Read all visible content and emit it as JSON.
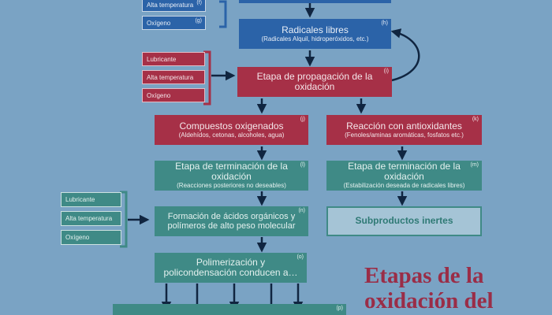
{
  "diagram": {
    "title_lines": [
      "Etapas de la",
      "oxidación del"
    ],
    "colors": {
      "background": "#7aa3c4",
      "blue": "#2b63a8",
      "red": "#a63047",
      "teal": "#3f8a86",
      "arrow": "#102540",
      "title": "#9a2d47"
    },
    "factors": {
      "alta_temperatura": "Alta temperatura",
      "oxigeno": "Oxígeno",
      "lubricante": "Lubricante"
    },
    "steps": {
      "radicales": {
        "title": "Radicales libres",
        "subtitle": "(Radicales Alquil, hidroperóxidos, etc.)",
        "tag": "(h)"
      },
      "propagacion": {
        "title": "Etapa de propagación de la oxidación",
        "tag": "(i)"
      },
      "compuestos": {
        "title": "Compuestos oxigenados",
        "subtitle": "(Aldehídos, cetonas, alcoholes, agua)",
        "tag": "(j)"
      },
      "reaccion": {
        "title": "Reacción con antioxidantes",
        "subtitle": "(Fenoles/aminas aromáticas, fosfatos etc.)",
        "tag": "(k)"
      },
      "terminacion_l": {
        "title": "Etapa de terminación de la oxidación",
        "subtitle": "(Reacciones posteriores no deseables)",
        "tag": "(l)"
      },
      "terminacion_m": {
        "title": "Etapa de terminación de la oxidación",
        "subtitle": "(Estabilización deseada de radicales libres)",
        "tag": "(m)"
      },
      "acidos": {
        "title": "Formación de ácidos orgánicos y polímeros de alto peso molecular",
        "tag": "(n)"
      },
      "subproductos": {
        "title": "Subproductos inertes"
      },
      "polimerizacion": {
        "title": "Polimerización y policondensación conducen a…",
        "tag": "(o)"
      },
      "bottom": {
        "tag": "(p)"
      }
    },
    "blue_factor_tags": [
      "(f)",
      "(g)"
    ]
  }
}
